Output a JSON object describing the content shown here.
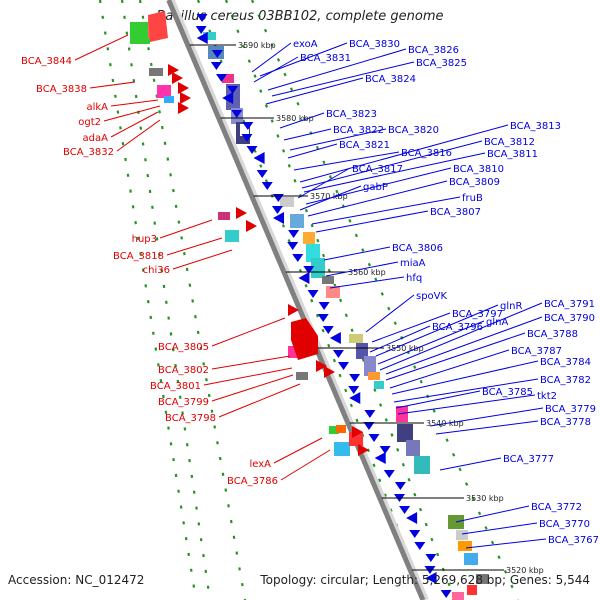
{
  "title": "Bacillus cereus 03BB102, complete genome",
  "accession": "Accession: NC_012472",
  "summary": "Topology: circular; Length: 5,269,628 bp; Genes: 5,544",
  "colors": {
    "left_gene": "#e00000",
    "right_gene": "#0000e0",
    "backbone": "#808080",
    "forward_dots": "#008000"
  },
  "ticks": [
    "3590 kbp",
    "3580 kbp",
    "3570 kbp",
    "3560 kbp",
    "3550 kbp",
    "3540 kbp",
    "3530 kbp",
    "3520 kbp"
  ],
  "left_labels": [
    "BCA_3844",
    "BCA_3838",
    "alkA",
    "ogt2",
    "adaA",
    "BCA_3832",
    "hup3",
    "BCA_3818",
    "chi36",
    "BCA_3805",
    "BCA_3802",
    "BCA_3801",
    "BCA_3799",
    "BCA_3798",
    "lexA",
    "BCA_3786"
  ],
  "right_labels": [
    "exoA",
    "BCA_3830",
    "BCA_3831",
    "BCA_3826",
    "BCA_3825",
    "BCA_3824",
    "BCA_3823",
    "BCA_3822",
    "BCA_3820",
    "BCA_3821",
    "BCA_3816",
    "BCA_3813",
    "BCA_3812",
    "BCA_3811",
    "BCA_3817",
    "BCA_3810",
    "gabP",
    "BCA_3809",
    "fruB",
    "BCA_3807",
    "BCA_3806",
    "miaA",
    "hfq",
    "spoVK",
    "BCA_3797",
    "BCA_3796",
    "glnR",
    "glnA",
    "BCA_3791",
    "BCA_3790",
    "BCA_3788",
    "BCA_3787",
    "BCA_3784",
    "BCA_3782",
    "BCA_3785",
    "tkt2",
    "BCA_3779",
    "BCA_3778",
    "BCA_3777",
    "BCA_3772",
    "BCA_3770",
    "BCA_3767"
  ]
}
